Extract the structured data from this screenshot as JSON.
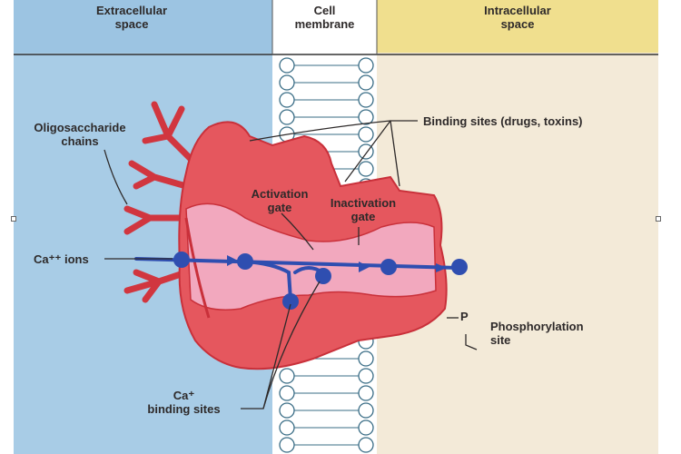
{
  "colors": {
    "extracellular": "#a8cce6",
    "membrane": "#ffffff",
    "intracellular": "#f3ead8",
    "header_intracellular": "#f0df8e",
    "protein": "#e5575e",
    "protein_dark": "#c9303a",
    "pore": "#f2a8be",
    "channel_path": "#2f4eb0",
    "label_text": "#2e2a2a"
  },
  "header": {
    "extracellular": "Extracellular\nspace",
    "membrane": "Cell\nmembrane",
    "intracellular": "Intracellular\nspace"
  },
  "labels": {
    "oligosaccharide": "Oligosaccharide\nchains",
    "ca_ions": "Ca⁺⁺ ions",
    "binding_sites": "Binding sites (drugs, toxins)",
    "activation_gate": "Activation\ngate",
    "inactivation_gate": "Inactivation\ngate",
    "p": "P",
    "phosphorylation": "Phosphorylation\nsite",
    "ca_binding": "Ca⁺\nbinding sites"
  }
}
